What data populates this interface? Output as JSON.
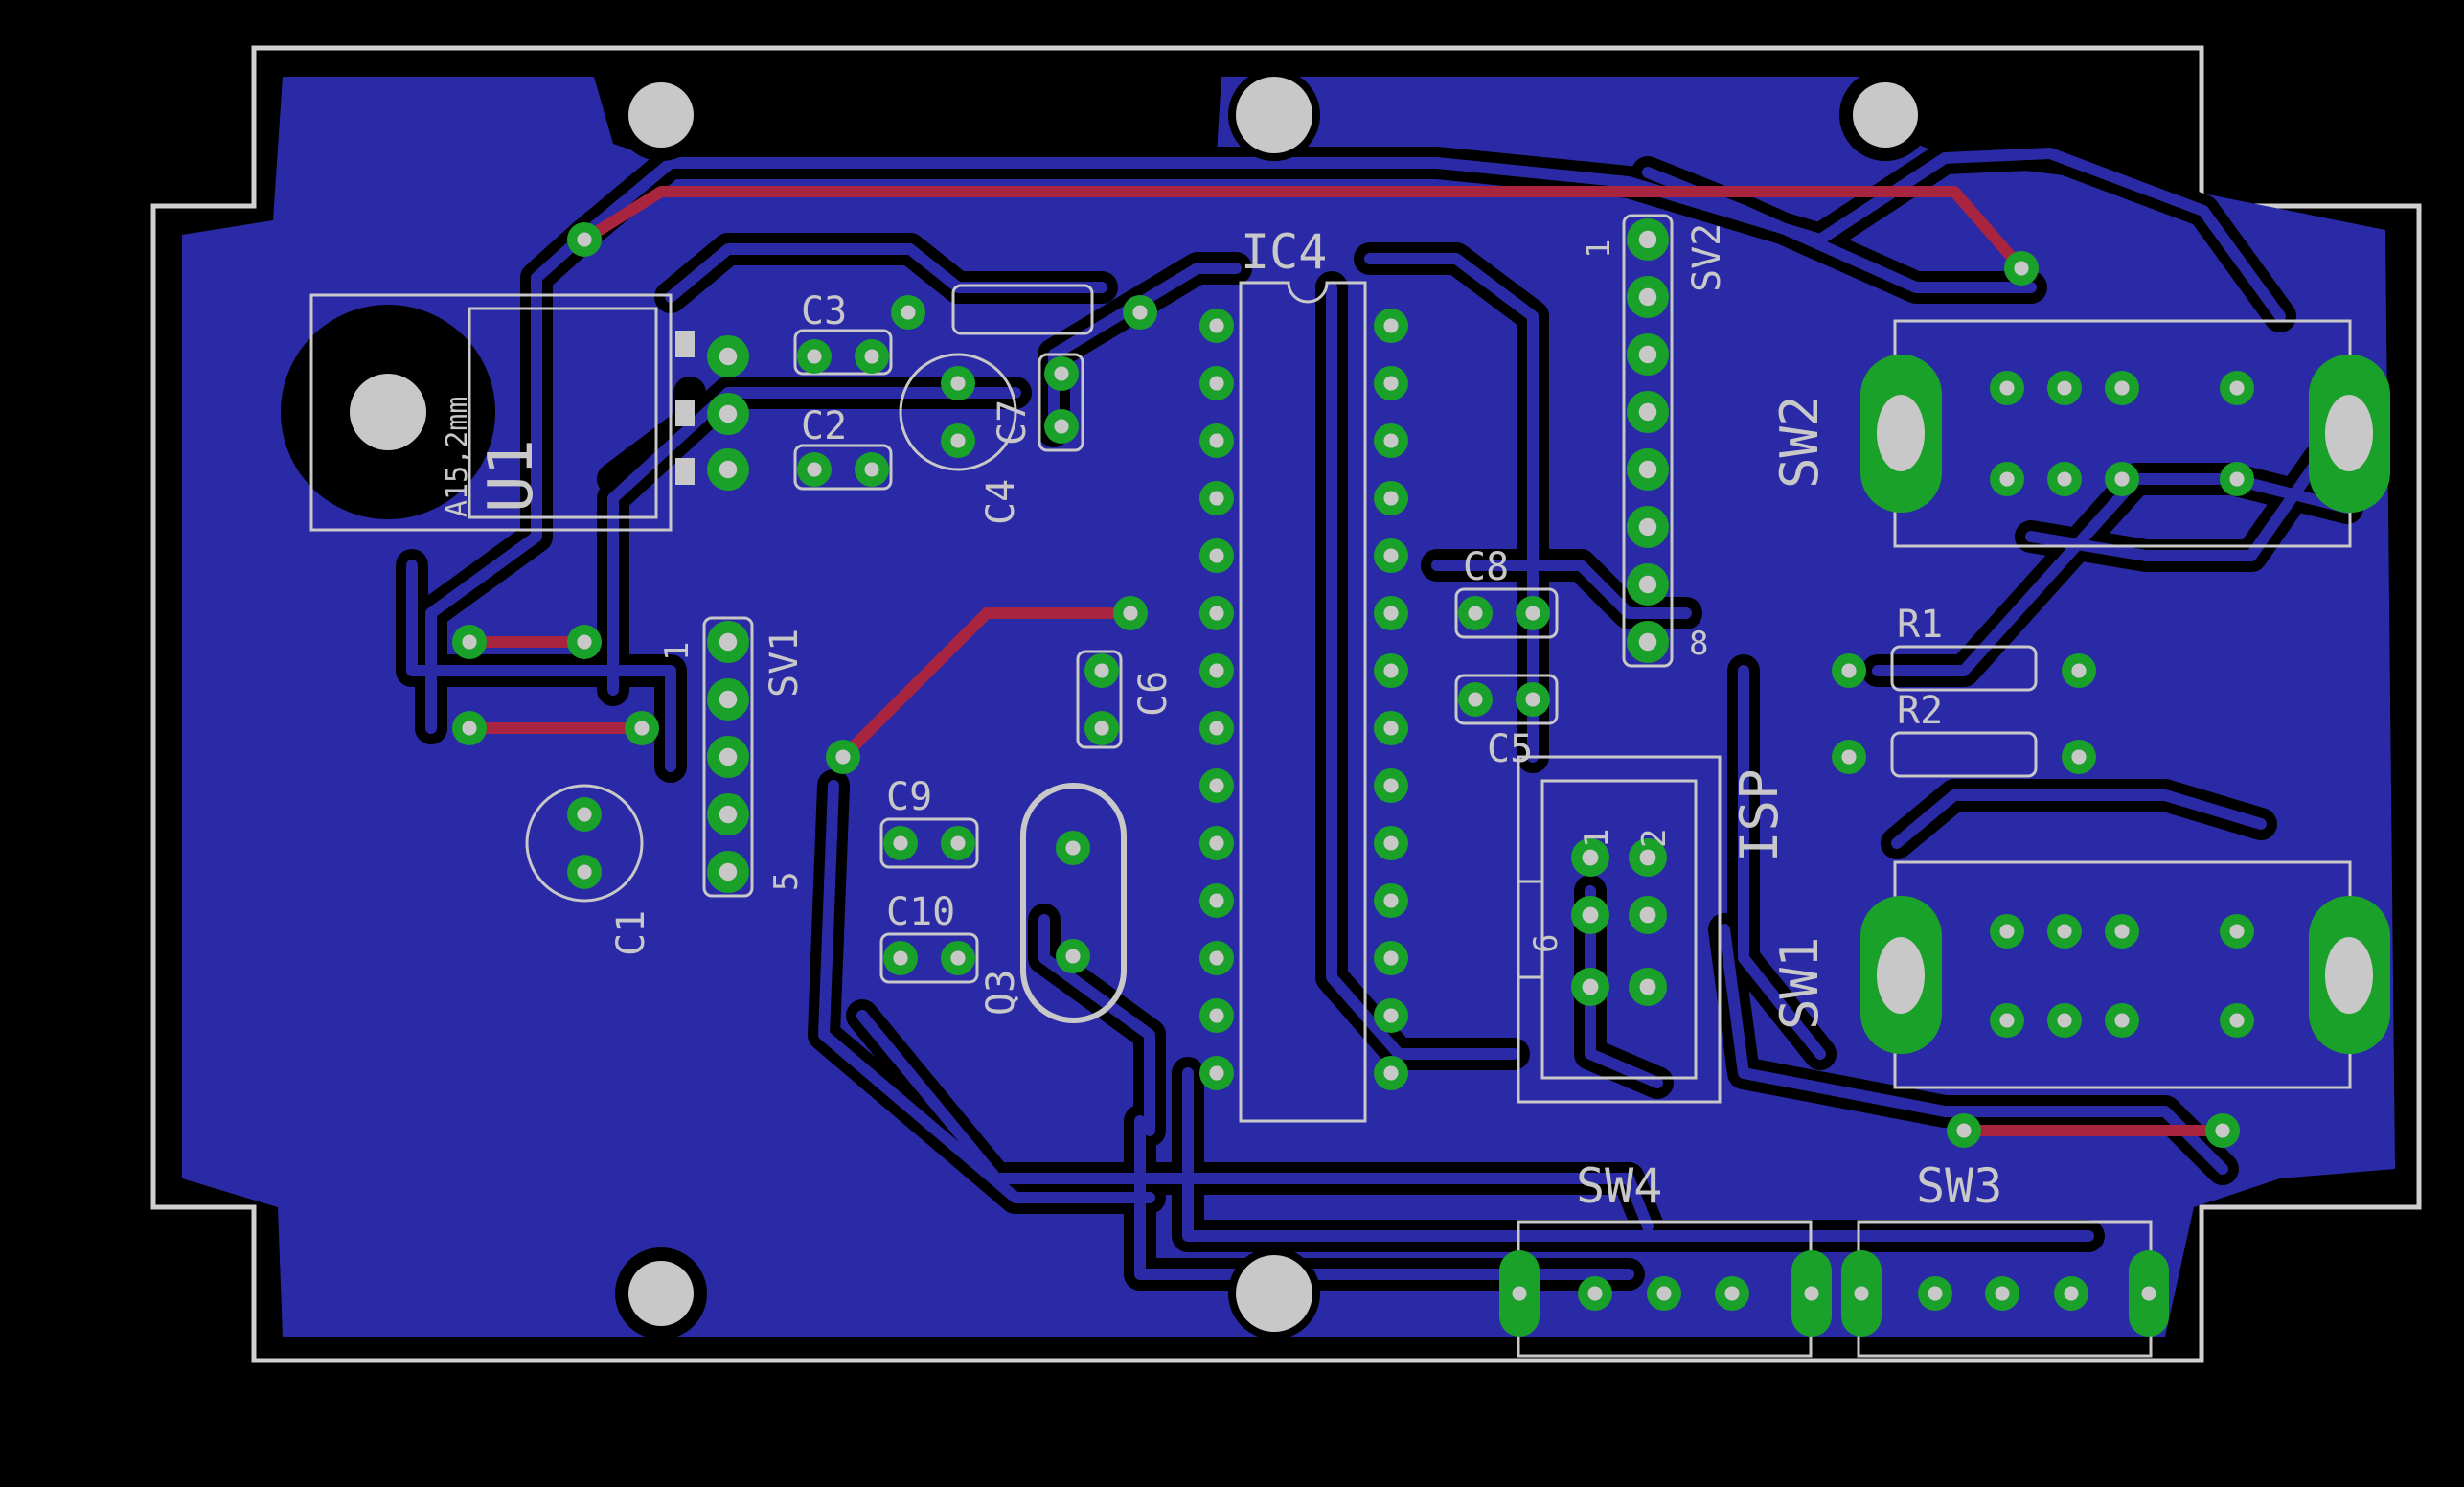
{
  "colors": {
    "background": "#000000",
    "copper_bottom": "#2a2aa6",
    "copper_top": "#a8243f",
    "pad": "#1aa12a",
    "hole": "#c8c8c8",
    "silkscreen": "#c8c8c8",
    "outline": "#d0d0d0"
  },
  "labels": {
    "ic4": "IC4",
    "u1": "U1",
    "a15": "A15,2mm",
    "c1": "C1",
    "c2": "C2",
    "c3": "C3",
    "c4": "C4",
    "c5": "C5",
    "c6": "C6",
    "c7": "C7",
    "c8": "C8",
    "c9": "C9",
    "c10": "C10",
    "q3": "Q3",
    "r1": "R1",
    "r2": "R2",
    "sv1": "SV1",
    "sv2": "SV2",
    "isp": "ISP",
    "sw1": "SW1",
    "sw2": "SW2",
    "sw3": "SW3",
    "sw4": "SW4",
    "sv1_pin1": "1",
    "sv1_pin5": "5",
    "sv2_pin1": "1",
    "sv2_pin8": "8",
    "isp_pin1": "1",
    "isp_pin2": "2",
    "isp_pin6": "6"
  }
}
